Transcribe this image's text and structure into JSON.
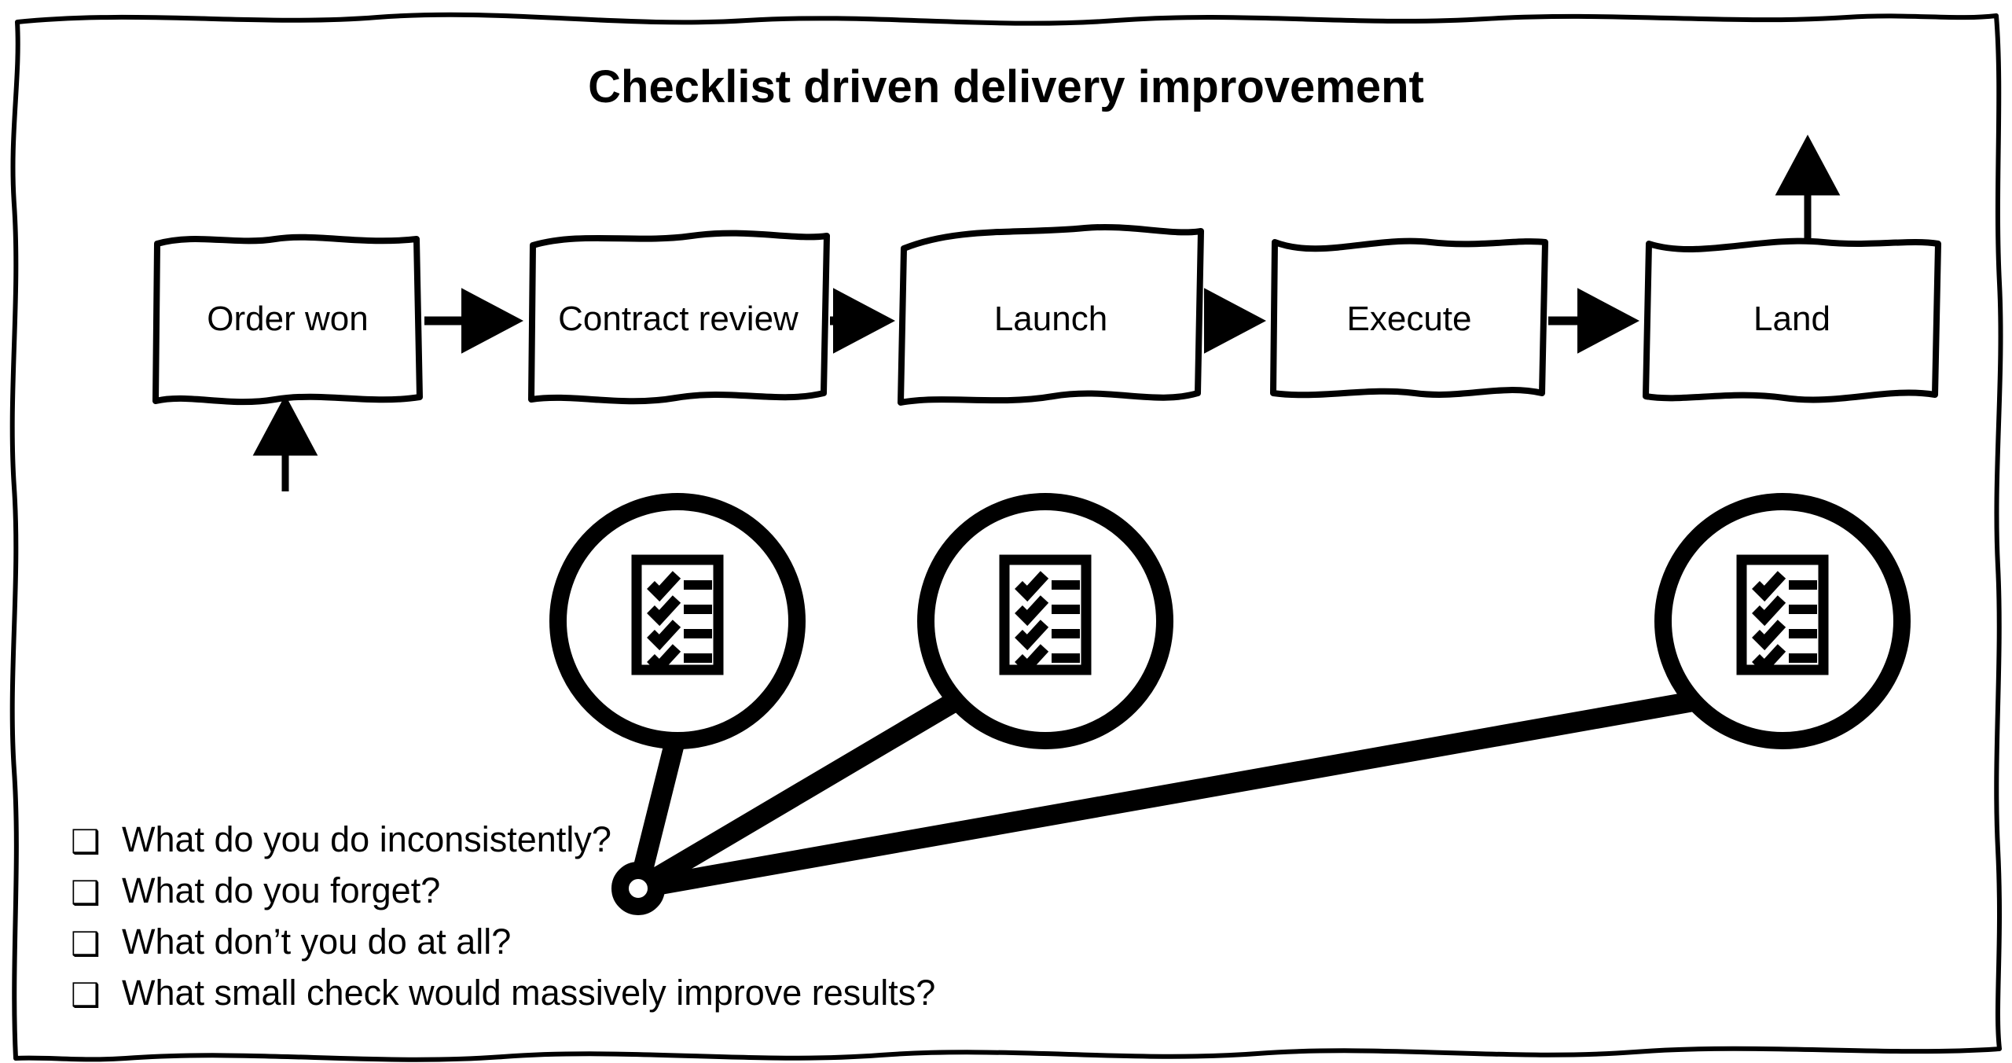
{
  "slide": {
    "title": "Checklist driven delivery improvement",
    "background_color": "#FFFFFF",
    "ink_color": "#000000",
    "border_style": "hand-drawn-wavy-rectangle"
  },
  "process_flow": {
    "name": "delivery-process-flow",
    "steps": [
      {
        "id": "order-won",
        "label": "Order won"
      },
      {
        "id": "contract-review",
        "label": "Contract review"
      },
      {
        "id": "launch",
        "label": "Launch"
      },
      {
        "id": "execute",
        "label": "Execute"
      },
      {
        "id": "land",
        "label": "Land"
      }
    ],
    "connector_arrows": 4,
    "inbound_arrow": {
      "target": "order-won",
      "direction": "up"
    },
    "outbound_arrow": {
      "source": "land",
      "direction": "up"
    }
  },
  "checklist_markers": {
    "name": "checklist-magnifier-circles",
    "count": 3,
    "icon_name": "checklist-document-icon",
    "checklist_rows": 4,
    "circles": [
      {
        "id": "checklist-circle-1",
        "attached_to": "contract-review"
      },
      {
        "id": "checklist-circle-2",
        "attached_to": "launch"
      },
      {
        "id": "checklist-circle-3",
        "attached_to": "land"
      }
    ],
    "hub": {
      "id": "connector-hub",
      "shape": "ring"
    }
  },
  "questions": {
    "name": "checklist-questions",
    "bullet_glyph": "❑",
    "items": [
      "What do you do inconsistently?",
      "What do you forget?",
      "What don’t you do at all?",
      "What small check would massively improve results?"
    ]
  }
}
